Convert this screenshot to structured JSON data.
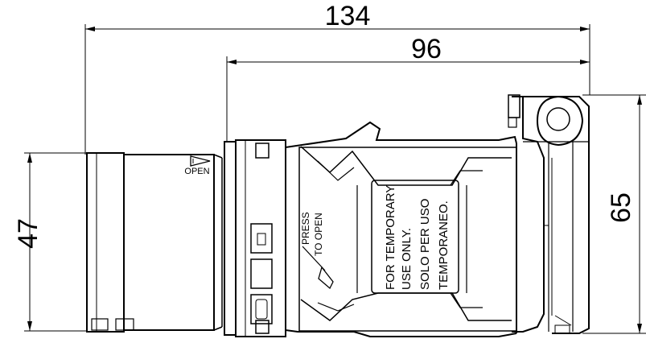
{
  "dimensions": {
    "overall_length": "134",
    "body_length": "96",
    "plug_height": "47",
    "body_height": "65"
  },
  "labels": {
    "open_arrow": "OPEN",
    "press_to_open_line1": "PRESS",
    "press_to_open_line2": "TO OPEN",
    "notice_line1": "FOR TEMPORARY",
    "notice_line2": "USE ONLY.",
    "notice_line3": "SOLO PER USO",
    "notice_line4": "TEMPORANEO."
  }
}
